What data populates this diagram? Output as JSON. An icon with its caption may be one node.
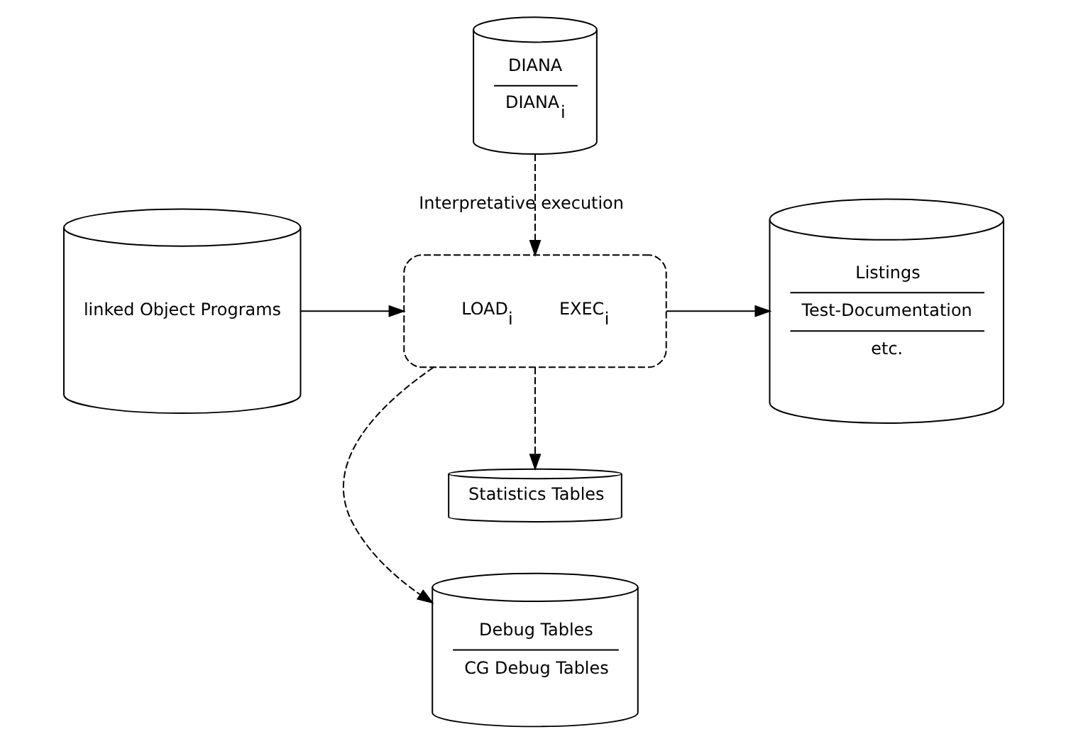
{
  "diagram": {
    "nodes": [
      {
        "text": [
          "linked Object Programs"
        ]
      },
      {
        "text": [
          "DIANA",
          "DIANA$_{i}$"
        ]
      },
      {
        "text": [
          "LOAD$_{i}$",
          "EXEC$_{i}$"
        ]
      },
      {
        "text": [
          "Listings",
          "Test-Documentation",
          "etc."
        ]
      },
      {
        "text": [
          "Debug Tables",
          "CG Debug Tables"
        ]
      },
      {
        "text": [
          "Statistics Tables"
        ]
      }
    ],
    "edges": [
      {
        "from": 0,
        "to": 2,
        "arrow": "to"
      },
      {
        "from": 1,
        "to": 2,
        "arrow": "to",
        "style": "dashed",
        "label": "Interpretative execution"
      },
      {
        "from": 2,
        "to": 3,
        "arrow": "to"
      },
      {
        "from": 2,
        "to": 4,
        "arrow": "to",
        "style": "dashed"
      },
      {
        "from": 2,
        "to": 5,
        "arrow": "to",
        "style": "dashed"
      }
    ]
  }
}
